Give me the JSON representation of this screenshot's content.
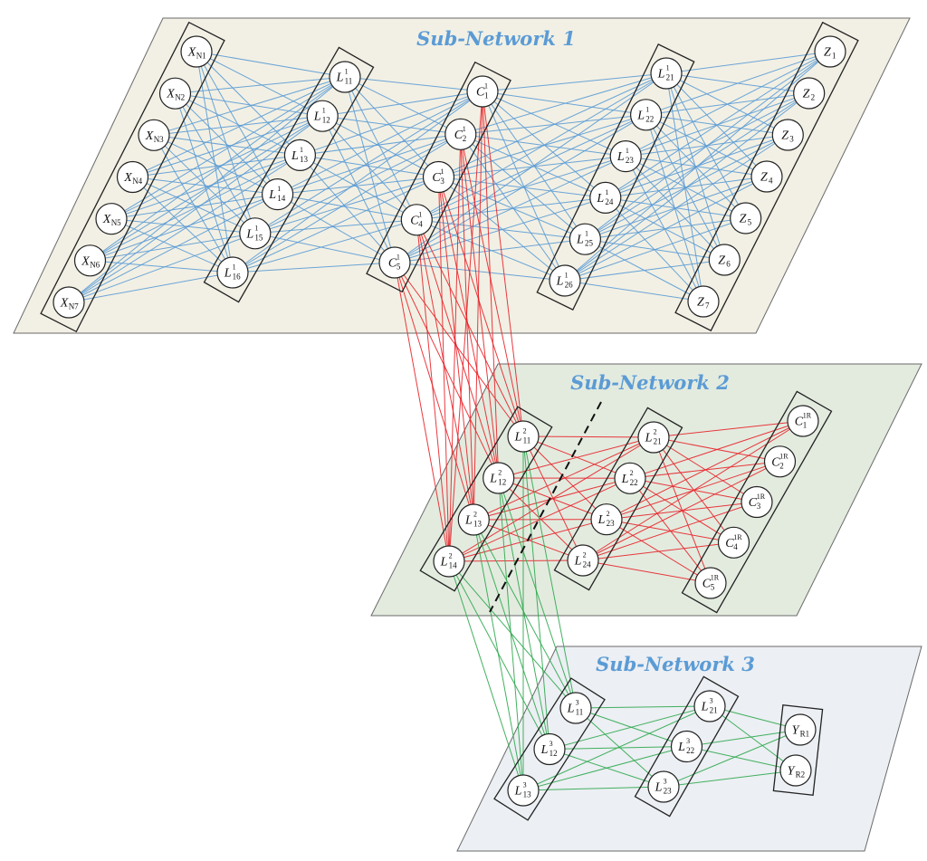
{
  "colors": {
    "plane1": "#f2f0e4",
    "plane2": "#e3ebdf",
    "plane3": "#eceff3",
    "edges_net1": "#5b9bd5",
    "edges_cross": "#e8232a",
    "edges_net3": "#2fa84f",
    "title": "#5b9bd5",
    "outline": "#222222"
  },
  "subnetworks": [
    {
      "id": "net1",
      "title": "Sub-Network 1"
    },
    {
      "id": "net2",
      "title": "Sub-Network 2"
    },
    {
      "id": "net3",
      "title": "Sub-Network 3"
    }
  ],
  "columns": [
    {
      "id": "n1_in",
      "network": "net1",
      "nodes": [
        {
          "main": "X",
          "sub": "N1"
        },
        {
          "main": "X",
          "sub": "N2"
        },
        {
          "main": "X",
          "sub": "N3"
        },
        {
          "main": "X",
          "sub": "N4"
        },
        {
          "main": "X",
          "sub": "N5"
        },
        {
          "main": "X",
          "sub": "N6"
        },
        {
          "main": "X",
          "sub": "N7"
        }
      ]
    },
    {
      "id": "n1_l1",
      "network": "net1",
      "nodes": [
        {
          "main": "L",
          "sub": "11",
          "sup": "1"
        },
        {
          "main": "L",
          "sub": "12",
          "sup": "1"
        },
        {
          "main": "L",
          "sub": "13",
          "sup": "1"
        },
        {
          "main": "L",
          "sub": "14",
          "sup": "1"
        },
        {
          "main": "L",
          "sub": "15",
          "sup": "1"
        },
        {
          "main": "L",
          "sub": "16",
          "sup": "1"
        }
      ]
    },
    {
      "id": "n1_c",
      "network": "net1",
      "nodes": [
        {
          "main": "C",
          "sub": "1",
          "sup": "1"
        },
        {
          "main": "C",
          "sub": "2",
          "sup": "1"
        },
        {
          "main": "C",
          "sub": "3",
          "sup": "1"
        },
        {
          "main": "C",
          "sub": "4",
          "sup": "1"
        },
        {
          "main": "C",
          "sub": "5",
          "sup": "1"
        }
      ]
    },
    {
      "id": "n1_l2",
      "network": "net1",
      "nodes": [
        {
          "main": "L",
          "sub": "21",
          "sup": "1"
        },
        {
          "main": "L",
          "sub": "22",
          "sup": "1"
        },
        {
          "main": "L",
          "sub": "23",
          "sup": "1"
        },
        {
          "main": "L",
          "sub": "24",
          "sup": "1"
        },
        {
          "main": "L",
          "sub": "25",
          "sup": "1"
        },
        {
          "main": "L",
          "sub": "26",
          "sup": "1"
        }
      ]
    },
    {
      "id": "n1_out",
      "network": "net1",
      "nodes": [
        {
          "main": "Z",
          "sub": "1"
        },
        {
          "main": "Z",
          "sub": "2"
        },
        {
          "main": "Z",
          "sub": "3"
        },
        {
          "main": "Z",
          "sub": "4"
        },
        {
          "main": "Z",
          "sub": "5"
        },
        {
          "main": "Z",
          "sub": "6"
        },
        {
          "main": "Z",
          "sub": "7"
        }
      ]
    },
    {
      "id": "n2_l1",
      "network": "net2",
      "nodes": [
        {
          "main": "L",
          "sub": "11",
          "sup": "2"
        },
        {
          "main": "L",
          "sub": "12",
          "sup": "2"
        },
        {
          "main": "L",
          "sub": "13",
          "sup": "2"
        },
        {
          "main": "L",
          "sub": "14",
          "sup": "2"
        }
      ]
    },
    {
      "id": "n2_l2",
      "network": "net2",
      "nodes": [
        {
          "main": "L",
          "sub": "21",
          "sup": "2"
        },
        {
          "main": "L",
          "sub": "22",
          "sup": "2"
        },
        {
          "main": "L",
          "sub": "23",
          "sup": "2"
        },
        {
          "main": "L",
          "sub": "24",
          "sup": "2"
        }
      ]
    },
    {
      "id": "n2_out",
      "network": "net2",
      "nodes": [
        {
          "main": "C",
          "sub": "1",
          "sup": "1R"
        },
        {
          "main": "C",
          "sub": "2",
          "sup": "1R"
        },
        {
          "main": "C",
          "sub": "3",
          "sup": "1R"
        },
        {
          "main": "C",
          "sub": "4",
          "sup": "1R"
        },
        {
          "main": "C",
          "sub": "5",
          "sup": "1R"
        }
      ]
    },
    {
      "id": "n3_l1",
      "network": "net3",
      "nodes": [
        {
          "main": "L",
          "sub": "11",
          "sup": "3"
        },
        {
          "main": "L",
          "sub": "12",
          "sup": "3"
        },
        {
          "main": "L",
          "sub": "13",
          "sup": "3"
        }
      ]
    },
    {
      "id": "n3_l2",
      "network": "net3",
      "nodes": [
        {
          "main": "L",
          "sub": "21",
          "sup": "3"
        },
        {
          "main": "L",
          "sub": "22",
          "sup": "3"
        },
        {
          "main": "L",
          "sub": "23",
          "sup": "3"
        }
      ]
    },
    {
      "id": "n3_out",
      "network": "net3",
      "nodes": [
        {
          "main": "Y",
          "sub": "R1"
        },
        {
          "main": "Y",
          "sub": "R2"
        }
      ]
    }
  ],
  "connections": [
    {
      "from": "n1_in",
      "to": "n1_l1",
      "color": "edges_net1"
    },
    {
      "from": "n1_l1",
      "to": "n1_c",
      "color": "edges_net1"
    },
    {
      "from": "n1_c",
      "to": "n1_l2",
      "color": "edges_net1"
    },
    {
      "from": "n1_l2",
      "to": "n1_out",
      "color": "edges_net1"
    },
    {
      "from": "n1_c",
      "to": "n2_l1",
      "color": "edges_cross"
    },
    {
      "from": "n2_l1",
      "to": "n2_l2",
      "color": "edges_cross"
    },
    {
      "from": "n2_l2",
      "to": "n2_out",
      "color": "edges_cross"
    },
    {
      "from": "n2_l1",
      "to": "n3_l1",
      "color": "edges_net3"
    },
    {
      "from": "n3_l1",
      "to": "n3_l2",
      "color": "edges_net3"
    },
    {
      "from": "n3_l2",
      "to": "n3_out",
      "color": "edges_net3"
    }
  ]
}
